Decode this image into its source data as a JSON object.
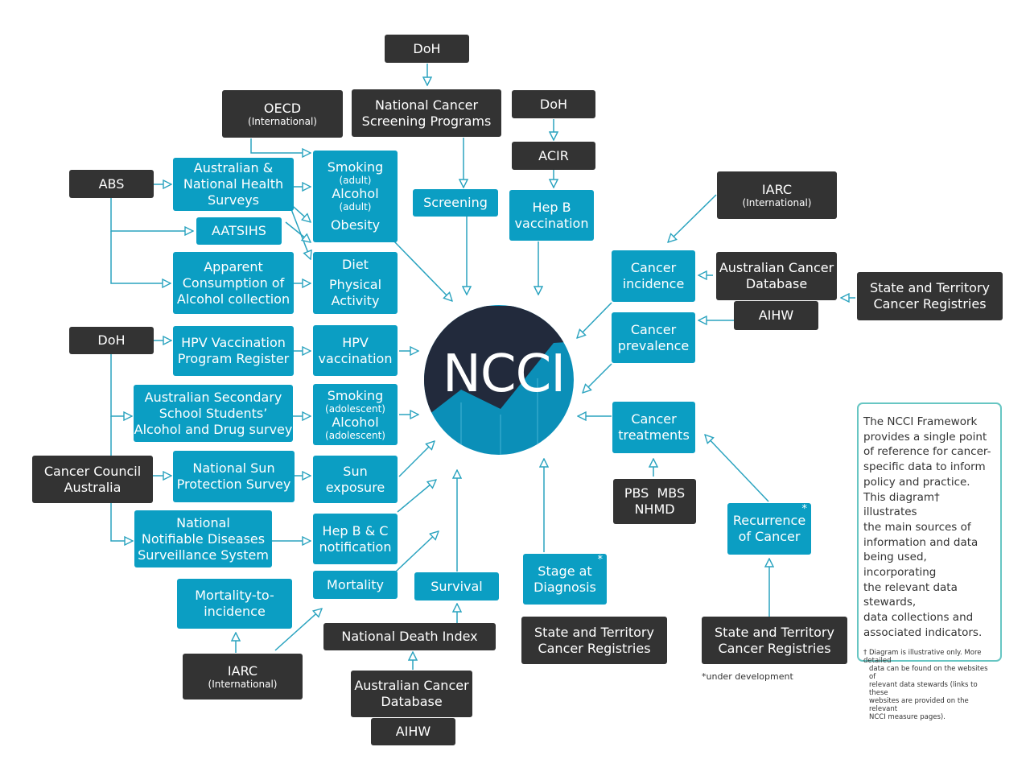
{
  "center": {
    "label": "NCCI"
  },
  "top": {
    "doh": "DoH",
    "screening_programs": [
      "National Cancer",
      "Screening Programs"
    ],
    "doh2": "DoH",
    "acir": "ACIR"
  },
  "sources_left": {
    "oecd": "OECD",
    "oecd_sub": "(International)",
    "abs": "ABS",
    "health_surveys": [
      "Australian &",
      "National Health",
      "Surveys"
    ],
    "aatsihs": "AATSIHS",
    "alcohol_collection": [
      "Apparent",
      "Consumption of",
      "Alcohol collection"
    ],
    "doh": "DoH",
    "hpv_register": [
      "HPV Vaccination",
      "Program Register"
    ],
    "assad": [
      "Australian Secondary",
      "School Students’",
      "Alcohol and Drug survey"
    ],
    "cancer_council": [
      "Cancer Council",
      "Australia"
    ],
    "sun_survey": [
      "National Sun",
      "Protection Survey"
    ],
    "notifiable": [
      "National",
      "Notifiable Diseases",
      "Surveillance System"
    ],
    "iarc": "IARC",
    "iarc_sub": "(International)",
    "ndi": "National Death Index",
    "acd": [
      "Australian Cancer",
      "Database"
    ],
    "aihw": "AIHW"
  },
  "indicators_left": {
    "smoking": "Smoking",
    "adult": "(adult)",
    "alcohol": "Alcohol",
    "adult2": "(adult)",
    "obesity": "Obesity",
    "diet": "Diet",
    "physical": [
      "Physical",
      "Activity"
    ],
    "hpv": [
      "HPV",
      "vaccination"
    ],
    "smoking_adol": "Smoking",
    "adolescent": "(adolescent)",
    "alcohol_adol": "Alcohol",
    "adolescent2": "(adolescent)",
    "sun": [
      "Sun",
      "exposure"
    ],
    "hepbc": [
      "Hep B & C",
      "notification"
    ],
    "mortality": "Mortality",
    "mortality_incidence": [
      "Mortality-to-",
      "incidence"
    ],
    "survival": "Survival",
    "screening": "Screening",
    "hepb": [
      "Hep B",
      "vaccination"
    ]
  },
  "right": {
    "iarc": "IARC",
    "iarc_sub": "(International)",
    "incidence": [
      "Cancer",
      "incidence"
    ],
    "acd": [
      "Australian Cancer",
      "Database"
    ],
    "aihw": "AIHW",
    "registries": [
      "State and Territory",
      "Cancer Registries"
    ],
    "prevalence": [
      "Cancer",
      "prevalence"
    ],
    "treatments": [
      "Cancer",
      "treatments"
    ],
    "pbs": "PBS  MBS",
    "nhmd": "NHMD",
    "recurrence": [
      "Recurrence",
      "of Cancer"
    ],
    "registries2": [
      "State and Territory",
      "Cancer Registries"
    ],
    "stage": [
      "Stage at",
      "Diagnosis"
    ],
    "registries3": [
      "State and Territory",
      "Cancer Registries"
    ],
    "star": "*"
  },
  "note": {
    "lines": [
      "The NCCI Framework",
      "provides a single point",
      "of reference for cancer-",
      "specific data to inform",
      "policy and practice.",
      "This diagram† illustrates",
      "the main sources of",
      "information and data",
      "being used, incorporating",
      "the relevant data stewards,",
      "data collections and",
      "associated indicators."
    ],
    "footnote": [
      "† Diagram is illustrative only. More detailed",
      "data can be found on the websites of",
      "relevant data stewards (links to these",
      "websites are provided on the relevant",
      "NCCI measure pages)."
    ]
  },
  "legend": "*under development",
  "colors": {
    "teal": "#0b9ec3",
    "dark": "#333333",
    "navy": "#222a3c",
    "line": "#2aa3bf",
    "note_border": "#67c6c3"
  }
}
